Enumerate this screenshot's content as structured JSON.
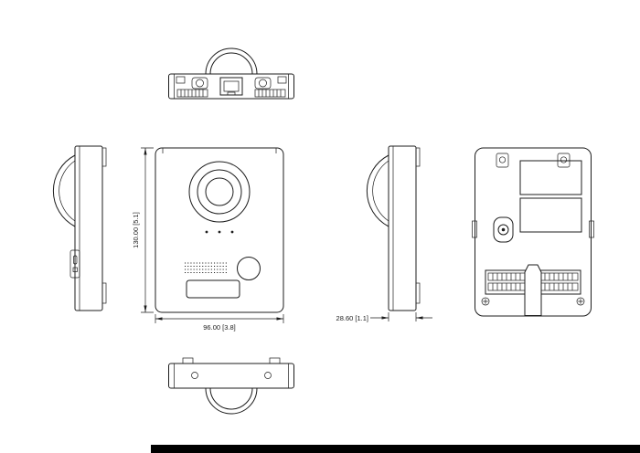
{
  "drawing": {
    "background": "#ffffff",
    "stroke_color": "#1c1c1c",
    "dim_height": "130.00 [5.1]",
    "dim_width": "96.00 [3.8]",
    "dim_depth": "28.60 [1.1]"
  },
  "footer": {
    "bar_color": "#000000"
  }
}
